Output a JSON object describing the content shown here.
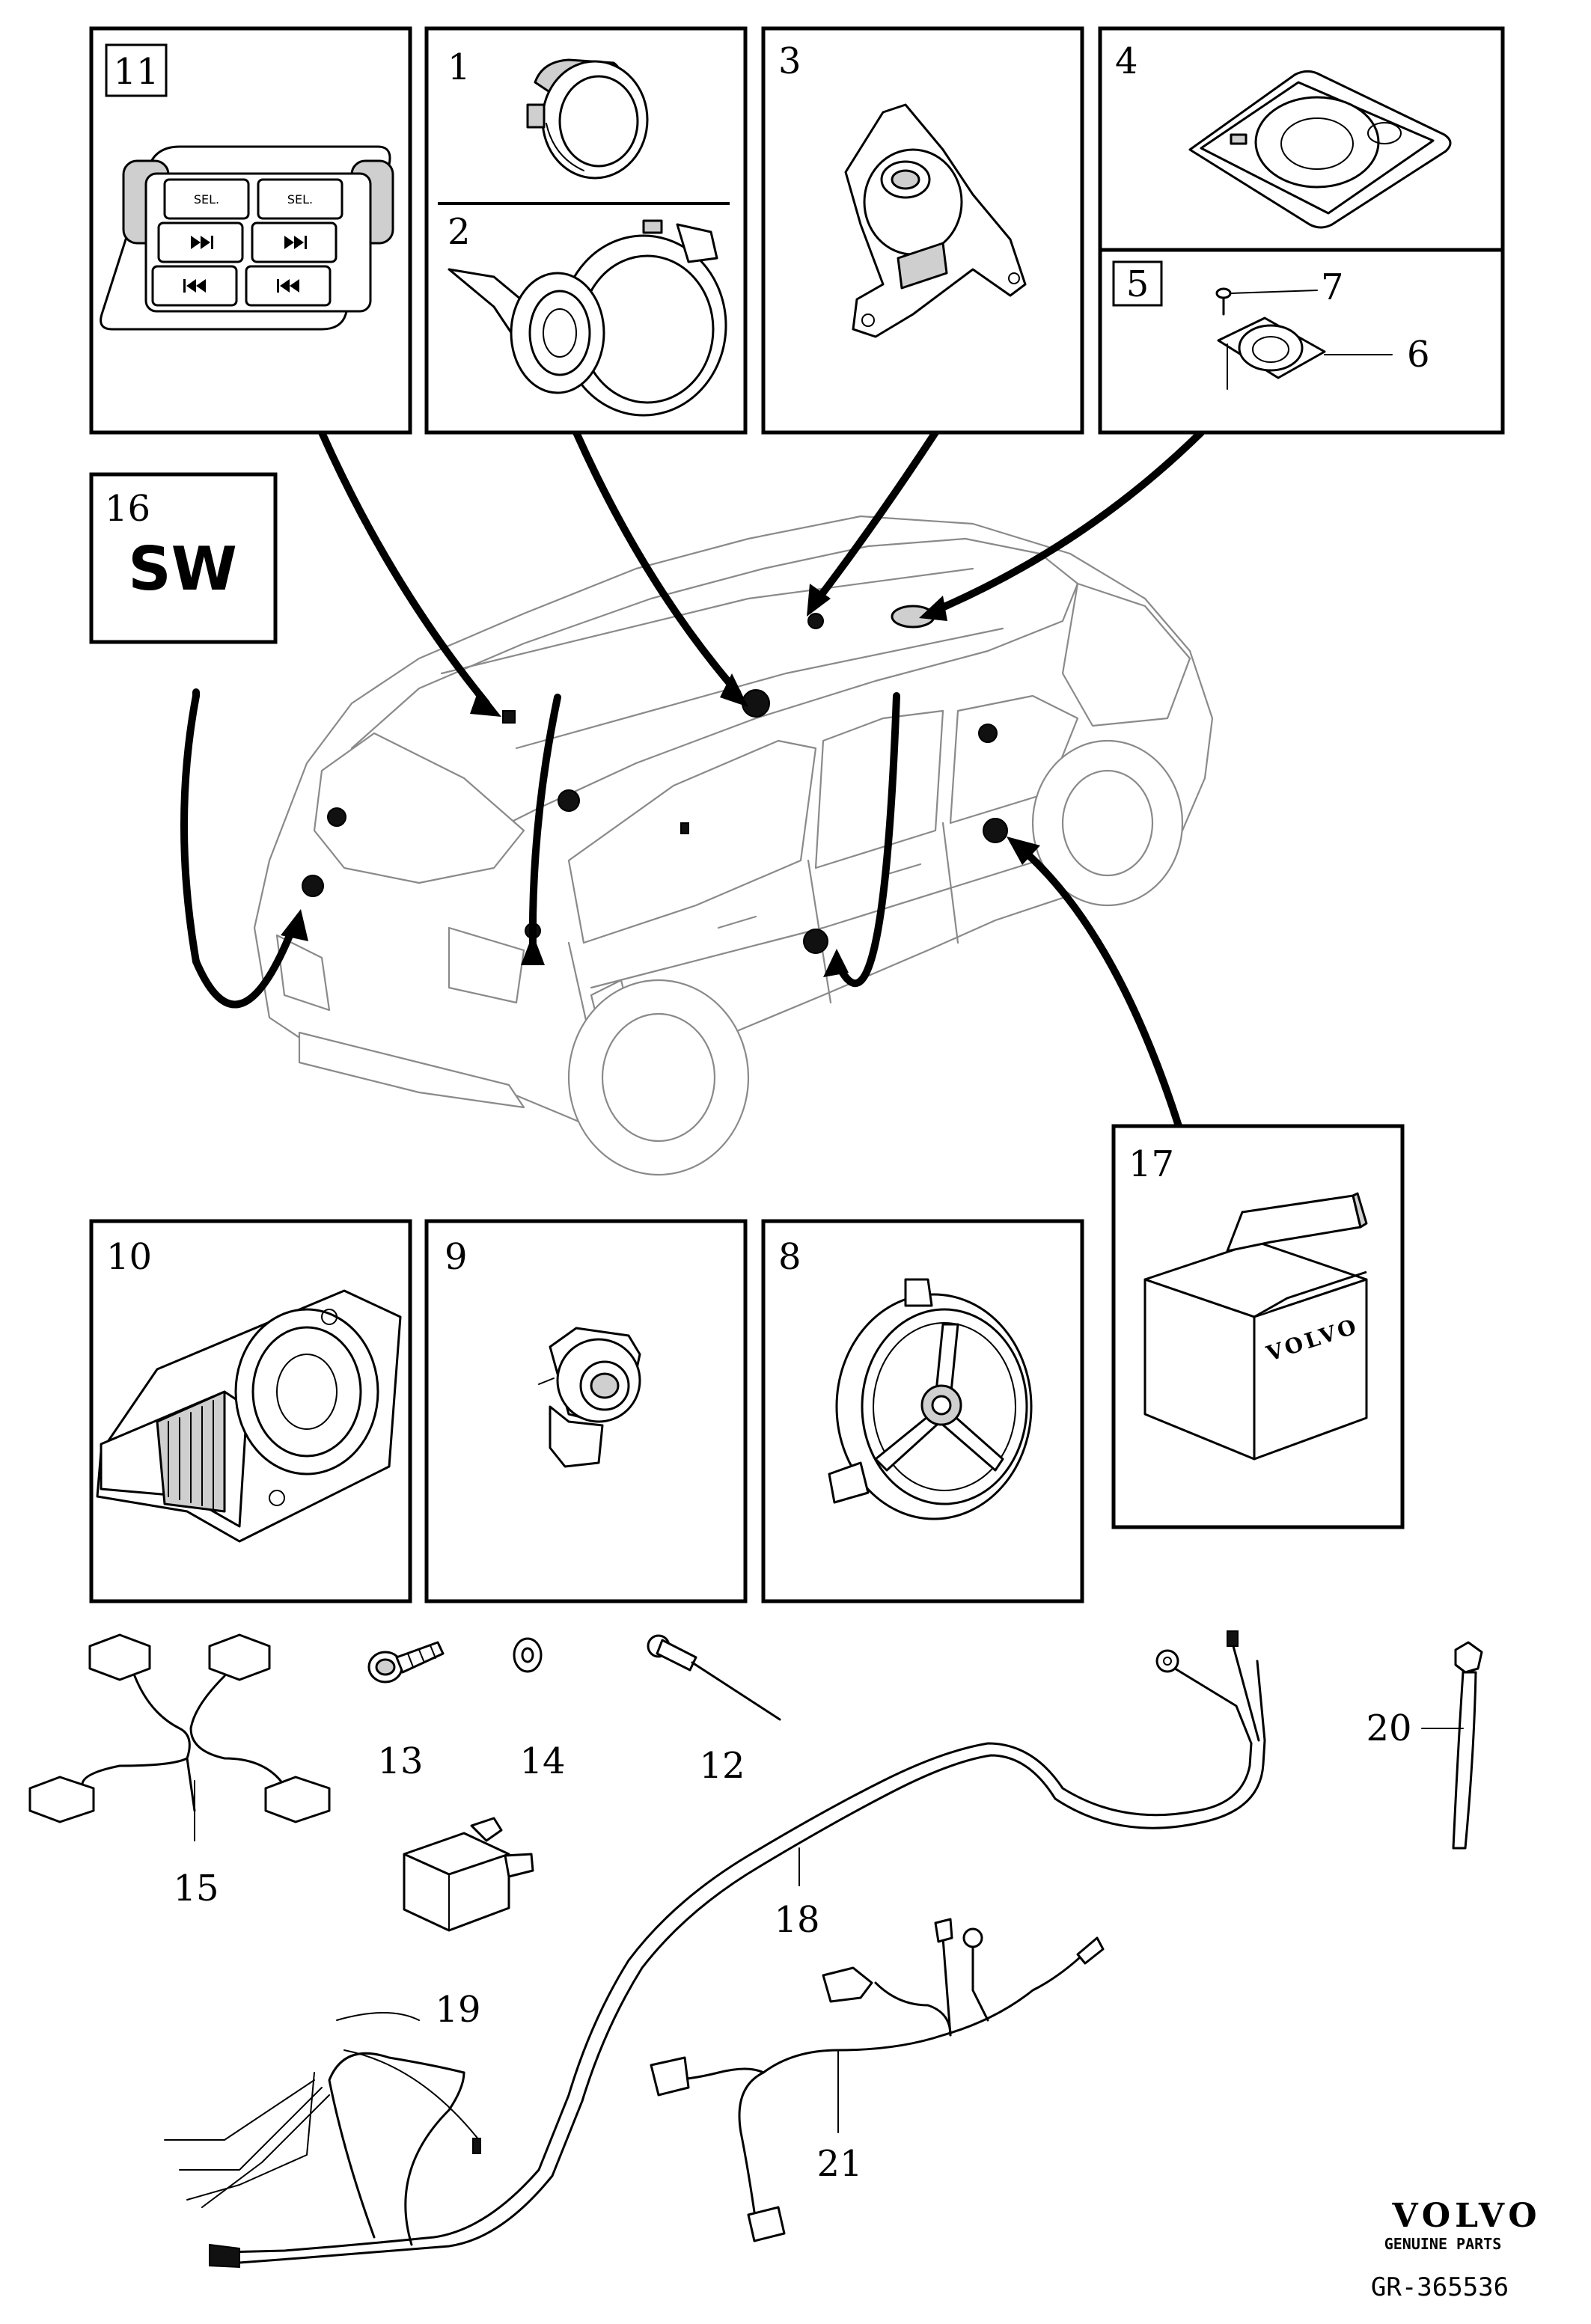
{
  "diagram": {
    "panels": [
      {
        "label": "11"
      },
      {
        "label": "1"
      },
      {
        "label": "2"
      },
      {
        "label": "3"
      },
      {
        "label": "4"
      },
      {
        "label": "5"
      },
      {
        "label": "16"
      },
      {
        "label": "17"
      },
      {
        "label": "10"
      },
      {
        "label": "9"
      },
      {
        "label": "8"
      }
    ],
    "callouts": {
      "c6": "6",
      "c7": "7",
      "c12": "12",
      "c13": "13",
      "c14": "14",
      "c15": "15",
      "c18": "18",
      "c19": "19",
      "c20": "20",
      "c21": "21"
    },
    "sw_badge": "SW",
    "remote_buttons": {
      "sel": "SEL.",
      "next_icon": "fast-forward-icon",
      "prev_icon": "rewind-icon"
    },
    "kit_box_brand": "VOLVO",
    "footer": {
      "brand": "VOLVO",
      "subtitle": "GENUINE PARTS",
      "ref": "GR-365536"
    }
  }
}
